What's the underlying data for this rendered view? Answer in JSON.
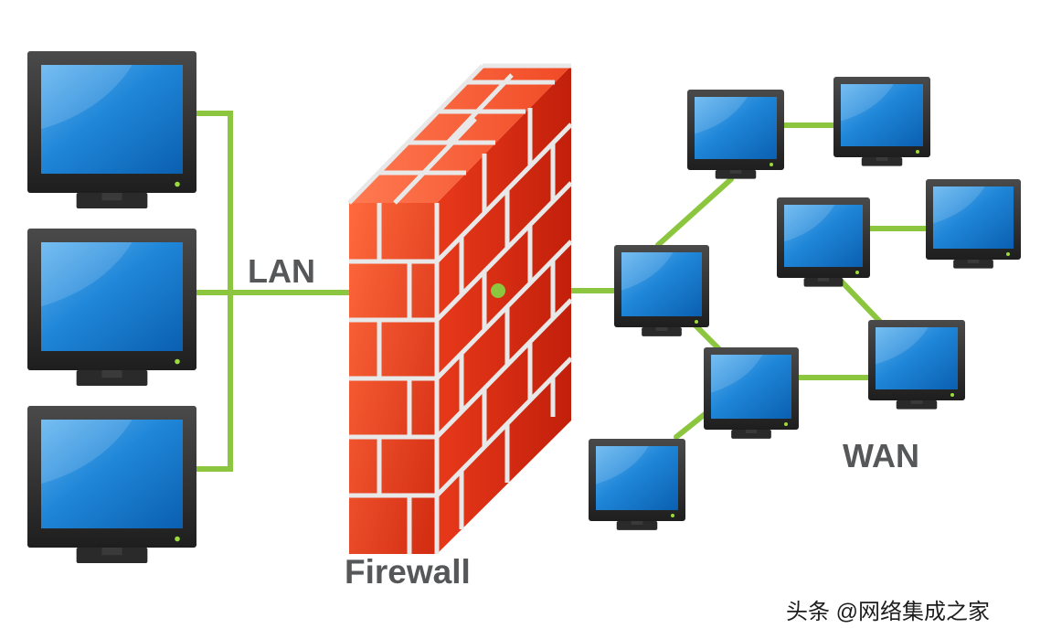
{
  "labels": {
    "lan": "LAN",
    "firewall": "Firewall",
    "wan": "WAN"
  },
  "watermark": "头条 @网络集成之家",
  "colors": {
    "link": "#8cc63f",
    "monitor_frame": "#2b2b2b",
    "screen": "#1a7fd1",
    "brick": "#e63b1c",
    "mortar": "#e6e6e6",
    "label": "#555759"
  },
  "icons": {
    "computer": "monitor-icon",
    "firewall": "brick-wall-icon"
  }
}
